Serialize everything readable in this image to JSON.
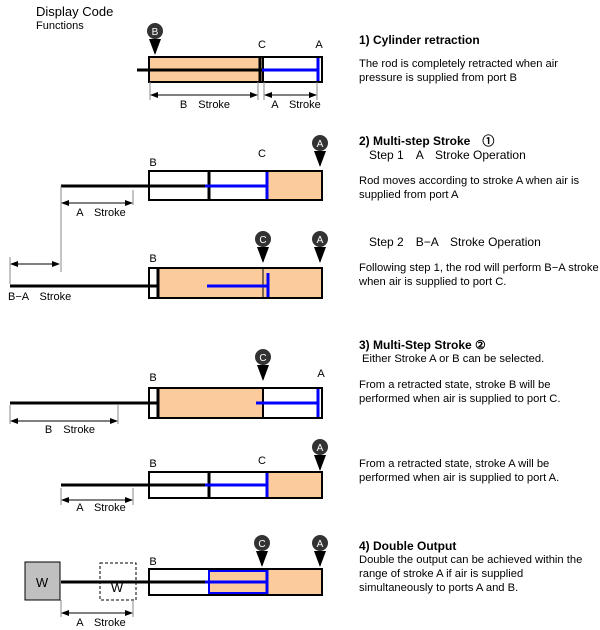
{
  "header": {
    "title": "Display Code",
    "subtitle": "Functions"
  },
  "colors": {
    "fill": "#fbcb9b",
    "piston": "#0000ff",
    "rod": "#000000",
    "port": "#333333",
    "weight": "#c0c0c0"
  },
  "sections": [
    {
      "heading": "1) Cylinder retraction",
      "sub": "",
      "body": "The rod is completely retracted when air pressure is supplied from port B"
    },
    {
      "heading": "2) Multi-step Stroke　①",
      "sub": "Step 1　A　Stroke Operation",
      "body": "Rod moves according to stroke A when air is supplied from port A"
    },
    {
      "heading": "",
      "sub": "Step 2　B−A　Stroke Operation",
      "body": "Following step 1, the rod will perform B−A stroke when air is supplied to port C."
    },
    {
      "heading": "3) Multi-Step Stroke ②",
      "sub": "Either Stroke A or B can be selected.",
      "body": "From a retracted state, stroke B will be performed when air is supplied to port C."
    },
    {
      "heading": "",
      "sub": "",
      "body": "From a retracted state, stroke A will be performed when air is supplied to port A."
    },
    {
      "heading": "4) Double Output",
      "sub": "",
      "body": "Double the output can be achieved within the range of stroke A if air is supplied simultaneously to ports A and B."
    }
  ],
  "labels": {
    "port_a": "A",
    "port_b": "B",
    "port_c": "C",
    "b_stroke": "B　Stroke",
    "a_stroke": "A　Stroke",
    "ba_stroke": "B−A　Stroke",
    "weight": "W"
  }
}
